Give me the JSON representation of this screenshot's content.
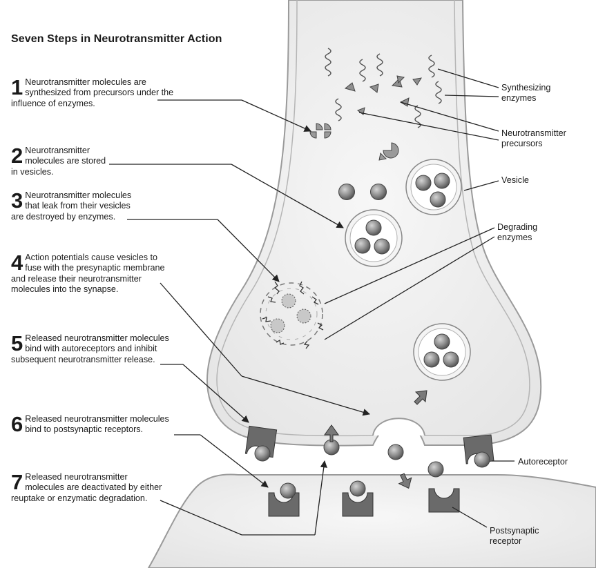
{
  "title": "Seven Steps in Neurotransmitter Action",
  "steps": [
    {
      "number": "1",
      "text": "Neurotransmitter molecules are synthesized from precursors under the influence of enzymes."
    },
    {
      "number": "2",
      "text": "Neurotransmitter molecules are stored in vesicles."
    },
    {
      "number": "3",
      "text": "Neurotransmitter molecules that leak from their vesicles are destroyed by enzymes."
    },
    {
      "number": "4",
      "text": "Action potentials cause vesicles to fuse with the presynaptic membrane and release their neurotransmitter molecules into the synapse."
    },
    {
      "number": "5",
      "text": "Released neurotransmitter molecules bind with autoreceptors and inhibit subsequent neurotransmitter release."
    },
    {
      "number": "6",
      "text": "Released neurotransmitter molecules bind to postsynaptic receptors."
    },
    {
      "number": "7",
      "text": "Released neurotransmitter molecules are deactivated by either reuptake or enzymatic degradation."
    }
  ],
  "labels": {
    "synthesizing_enzymes": "Synthesizing enzymes",
    "precursors": "Neurotransmitter precursors",
    "vesicle": "Vesicle",
    "degrading_enzymes": "Degrading enzymes",
    "autoreceptor": "Autoreceptor",
    "postsynaptic_receptor": "Postsynaptic receptor"
  }
}
